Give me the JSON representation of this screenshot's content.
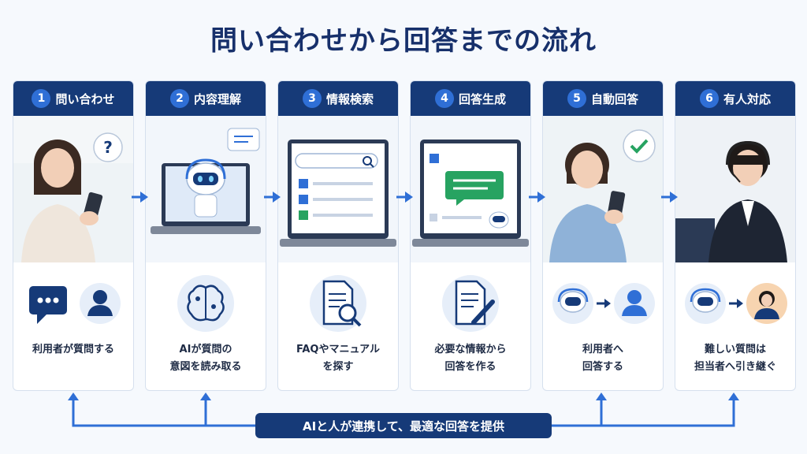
{
  "title": "問い合わせから回答までの流れ",
  "colors": {
    "navy": "#163a78",
    "accent": "#2f6fd6",
    "green": "#27a361",
    "light": "#e6eef9"
  },
  "steps": [
    {
      "num": "1",
      "label": "問い合わせ",
      "caption_lines": [
        "利用者が質問する"
      ],
      "scene_icon": "person-with-phone-question",
      "step_icon": "chat-bubble-icon"
    },
    {
      "num": "2",
      "label": "内容理解",
      "caption_lines": [
        "AIが質問の",
        "意図を読み取る"
      ],
      "scene_icon": "robot-on-laptop",
      "step_icon": "brain-icon"
    },
    {
      "num": "3",
      "label": "情報検索",
      "caption_lines": [
        "FAQやマニュアル",
        "を探す"
      ],
      "scene_icon": "laptop-search",
      "step_icon": "document-search-icon"
    },
    {
      "num": "4",
      "label": "回答生成",
      "caption_lines": [
        "必要な情報から",
        "回答を作る"
      ],
      "scene_icon": "laptop-answer",
      "step_icon": "document-pen-icon"
    },
    {
      "num": "5",
      "label": "自動回答",
      "caption_lines": [
        "利用者へ",
        "回答する"
      ],
      "scene_icon": "person-with-phone-check",
      "step_icon": "robot-to-user-icon"
    },
    {
      "num": "6",
      "label": "有人対応",
      "caption_lines": [
        "難しい質問は",
        "担当者へ引き継ぐ"
      ],
      "scene_icon": "operator-with-headset",
      "step_icon": "robot-to-operator-icon"
    }
  ],
  "banner": "AIと人が連携して、最適な回答を提供"
}
